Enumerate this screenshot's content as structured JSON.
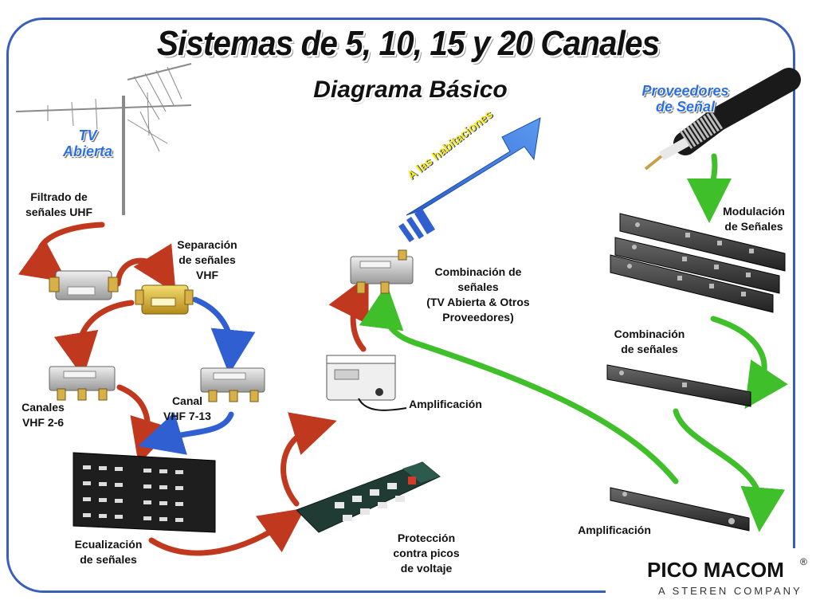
{
  "title": "Sistemas de 5, 10, 15 y 20 Canales",
  "subtitle": "Diagrama Básico",
  "labels": {
    "tv_abierta": [
      "TV",
      "Abierta"
    ],
    "proveedores": [
      "Proveedores",
      "de Señal"
    ],
    "filtrado": [
      "Filtrado de",
      "señales UHF"
    ],
    "separacion": [
      "Separación",
      "de señales",
      "VHF"
    ],
    "canales_vhf": [
      "Canales",
      "VHF 2-6"
    ],
    "canal_vhf": [
      "Canal",
      "VHF 7-13"
    ],
    "ecualizacion": [
      "Ecualización",
      "de señales"
    ],
    "proteccion": [
      "Protección",
      "contra picos",
      "de voltaje"
    ],
    "amplificacion_center": "Amplificación",
    "combinacion_center": [
      "Combinación de",
      "señales",
      "(TV Abierta & Otros",
      "Proveedores)"
    ],
    "arrow_text": "A las habitaciones",
    "modulacion": [
      "Modulación",
      "de Señales"
    ],
    "combinacion_right": [
      "Combinación",
      "de señales"
    ],
    "amplificacion_right": "Amplificación"
  },
  "logo": {
    "name": "PICO MACOM",
    "registered": "®",
    "tagline": "A STEREN COMPANY"
  },
  "colors": {
    "frame": "#3a5fb8",
    "red_arrow": "#c0391e",
    "blue_arrow": "#2f5fd0",
    "green_arrow": "#3fbf2a",
    "big_arrow": "#3c7ae0",
    "label_blue": "#2e6fe0"
  }
}
